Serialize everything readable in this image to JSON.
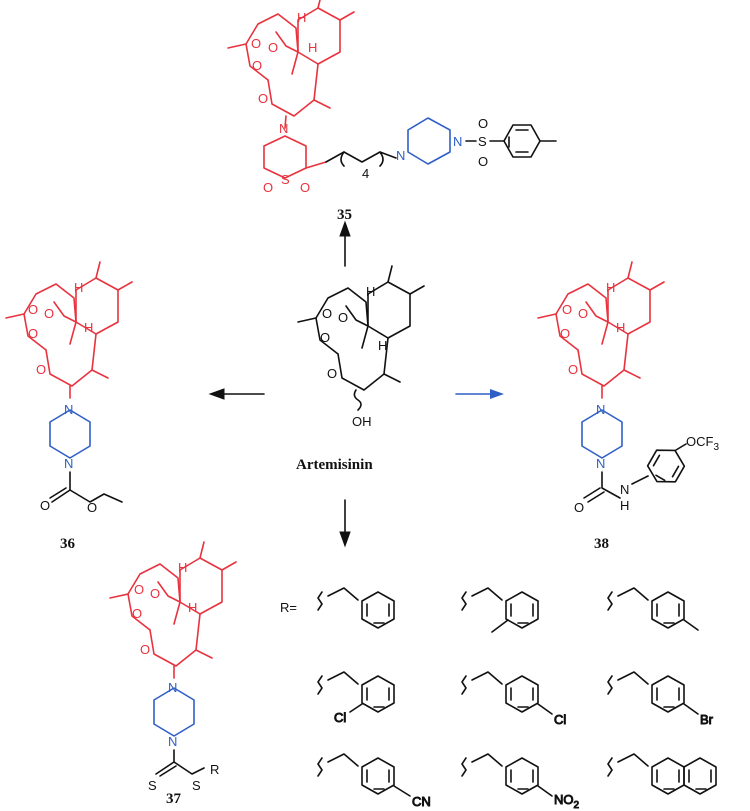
{
  "center": {
    "name": "Artemisinin"
  },
  "compounds": {
    "c35": "35",
    "c36": "36",
    "c37": "37",
    "c38": "38"
  },
  "atoms": {
    "O": "O",
    "H": "H",
    "N": "N",
    "S": "S",
    "OH": "OH",
    "O2": "O",
    "S2": "S",
    "Cl": "Cl",
    "Br": "Br",
    "CN": "CN",
    "NO2": "NO",
    "sub2": "2",
    "OCF3": "OCF",
    "sub3": "3",
    "NH": "N",
    "NHH": "H",
    "R": "R",
    "n4": "4"
  },
  "r_label": "R=",
  "colors": {
    "scaffold": "#e8333f",
    "linker": "#2f5fc6",
    "other": "#111111"
  }
}
